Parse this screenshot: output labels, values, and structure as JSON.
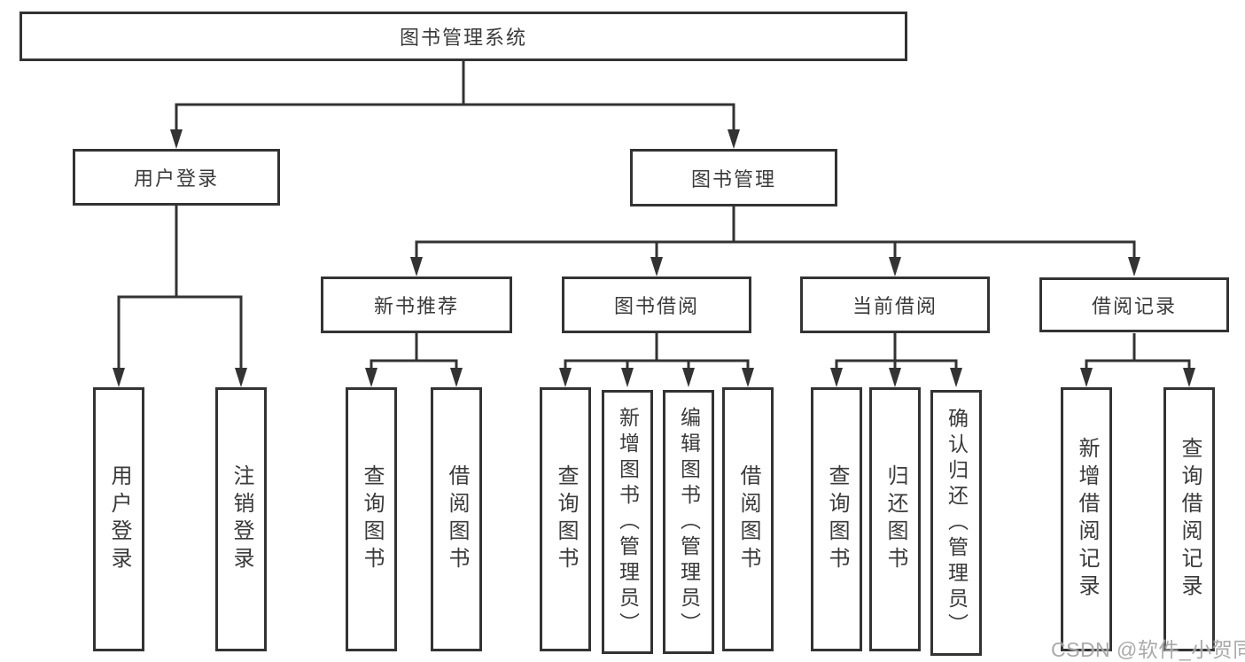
{
  "nodes": {
    "root": {
      "label": "图书管理系统"
    },
    "user_login": {
      "label": "用户登录"
    },
    "book_mgmt": {
      "label": "图书管理"
    },
    "new_book_rec": {
      "label": "新书推荐"
    },
    "book_borrow": {
      "label": "图书借阅"
    },
    "current_borrow": {
      "label": "当前借阅"
    },
    "borrow_record": {
      "label": "借阅记录"
    },
    "leaf_user_login": {
      "label": "用户登录"
    },
    "leaf_logout": {
      "label": "注销登录"
    },
    "leaf_rec_query": {
      "label": "查询图书"
    },
    "leaf_rec_borrow": {
      "label": "借阅图书"
    },
    "leaf_bb_query": {
      "label": "查询图书"
    },
    "leaf_bb_add": {
      "label": "新增图书（管理员）"
    },
    "leaf_bb_edit": {
      "label": "编辑图书（管理员）"
    },
    "leaf_bb_borrow": {
      "label": "借阅图书"
    },
    "leaf_cb_query": {
      "label": "查询图书"
    },
    "leaf_cb_return": {
      "label": "归还图书"
    },
    "leaf_cb_confirm": {
      "label": "确认归还（管理员）"
    },
    "leaf_br_add": {
      "label": "新增借阅记录"
    },
    "leaf_br_query": {
      "label": "查询借阅记录"
    }
  },
  "watermark": {
    "text": "CSDN @软件_小贺同学"
  },
  "colors": {
    "line": "#333333",
    "box_border": "#333333",
    "text": "#3a3a3a",
    "watermark": "#9e9e9e",
    "background": "#ffffff"
  }
}
